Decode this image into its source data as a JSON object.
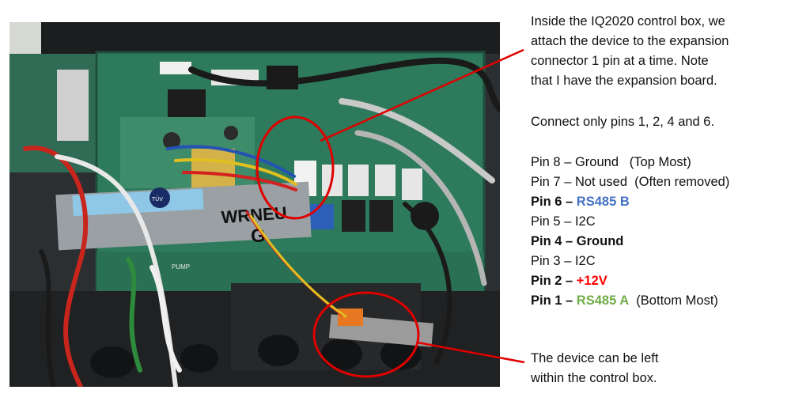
{
  "intro": {
    "lines": [
      "Inside the IQ2020 control box, we",
      "attach the device to the expansion",
      "connector 1 pin at a time. Note",
      "that I have the expansion board."
    ]
  },
  "connect_note": "Connect only pins 1, 2, 4 and 6.",
  "pins": [
    {
      "label": "Pin 8",
      "dash": " – ",
      "signal": "Ground",
      "note": "   (Top Most)",
      "bold": false,
      "color": ""
    },
    {
      "label": "Pin 7",
      "dash": " – ",
      "signal": "Not used",
      "note": "  (Often removed)",
      "bold": false,
      "color": ""
    },
    {
      "label": "Pin 6",
      "dash": " – ",
      "signal": "RS485 B",
      "note": "",
      "bold": true,
      "color": "blue"
    },
    {
      "label": "Pin 5",
      "dash": " – ",
      "signal": "I2C",
      "note": "",
      "bold": false,
      "color": ""
    },
    {
      "label": "Pin 4",
      "dash": " – ",
      "signal": "Ground",
      "note": "",
      "bold": true,
      "color": ""
    },
    {
      "label": "Pin 3",
      "dash": " – ",
      "signal": "I2C",
      "note": "",
      "bold": false,
      "color": ""
    },
    {
      "label": "Pin 2",
      "dash": " – ",
      "signal": "+12V",
      "note": "",
      "bold": true,
      "color": "red"
    },
    {
      "label": "Pin 1",
      "dash": " – ",
      "signal": "RS485 A",
      "note": "  (Bottom Most)",
      "bold": true,
      "color": "green"
    }
  ],
  "footer": {
    "lines": [
      "The device can be left",
      "within the control box."
    ]
  },
  "photo_labels": {
    "tuv": "TÜV",
    "marker": "WRNEU",
    "marker2": "G",
    "pump": "PUMP"
  },
  "colors": {
    "annotation_red": "#e00000",
    "rs485_b": "#4472c4",
    "plus_12v": "#ff0000",
    "rs485_a": "#70ad47"
  }
}
